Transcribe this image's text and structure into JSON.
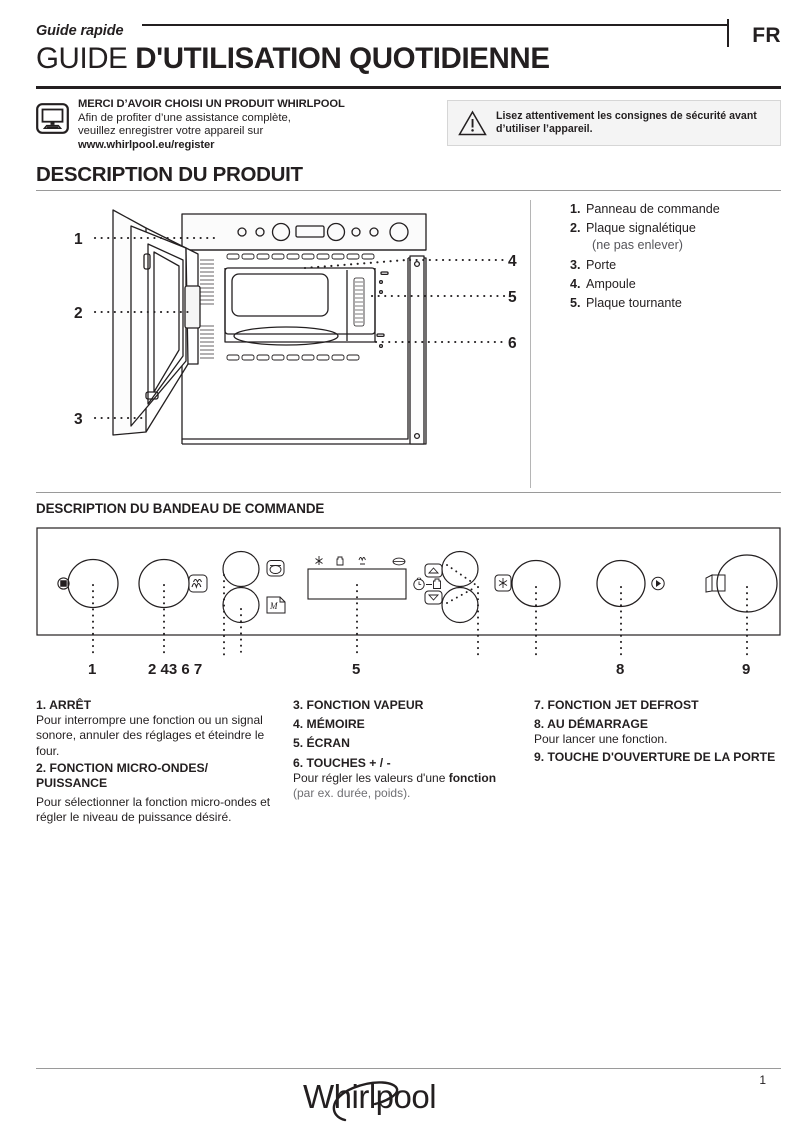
{
  "header": {
    "kicker": "Guide rapide",
    "title_light": "GUIDE ",
    "title_bold": "D'UTILISATION QUOTIDIENNE",
    "language": "FR"
  },
  "register": {
    "icon": "monitor-icon",
    "heading": "MERCI D’AVOIR CHOISI UN PRODUIT WHIRLPOOL",
    "line1": "Afin de profiter d’une assistance complète,",
    "line2": "veuillez enregistrer votre appareil sur",
    "url": "www.whirlpool.eu/register"
  },
  "warning": {
    "icon": "warning-triangle-icon",
    "line1": "Lisez attentivement les consignes de sécurité avant",
    "line2": "d’utiliser l’appareil."
  },
  "product_section": {
    "title": "DESCRIPTION DU PRODUIT",
    "diagram_callouts_left": [
      "1",
      "2",
      "3"
    ],
    "diagram_callouts_right": [
      "4",
      "5",
      "6"
    ],
    "parts": [
      {
        "num": "1.",
        "label": "Panneau de commande",
        "sub": ""
      },
      {
        "num": "2.",
        "label": "Plaque signalétique",
        "sub": "(ne pas enlever)"
      },
      {
        "num": "3.",
        "label": "Porte",
        "sub": ""
      },
      {
        "num": "4.",
        "label": "Ampoule",
        "sub": ""
      },
      {
        "num": "5.",
        "label": "Plaque tournante",
        "sub": ""
      }
    ]
  },
  "control_panel_section": {
    "title": "DESCRIPTION DU BANDEAU DE COMMANDE",
    "callouts": [
      "1",
      "2 43 6 7",
      "5",
      "8",
      "9"
    ],
    "display_icons": [
      "defrost-snowflake-icon",
      "weight-icon",
      "popcorn-icon",
      "plate-icon"
    ],
    "knob_icons": [
      "stop-square-icon",
      "microwave-power-icon",
      "steam-function-icon",
      "memory-icon",
      "timer-clock-icon",
      "weight-scale-icon",
      "jet-defrost-icon",
      "start-play-icon",
      "door-open-icon"
    ]
  },
  "legend": {
    "column1": [
      {
        "type": "title",
        "text": "1. ARRÊT"
      },
      {
        "type": "para",
        "text": "Pour interrompre une fonction ou un signal sonore, annuler des réglages et éteindre le four."
      },
      {
        "type": "title",
        "text": "2. FONCTION MICRO-ONDES/ PUISSANCE"
      },
      {
        "type": "para",
        "text": "Pour sélectionner la fonction micro-ondes et régler le niveau de puissance désiré."
      }
    ],
    "column2": [
      {
        "type": "title",
        "text": "3. FONCTION VAPEUR"
      },
      {
        "type": "title",
        "text": "4. MÉMOIRE"
      },
      {
        "type": "title",
        "text": "5. ÉCRAN"
      },
      {
        "type": "title",
        "text": "6. TOUCHES + / -"
      },
      {
        "type": "para_mixed",
        "text": "Pour régler les valeurs d'une ",
        "bold_part": "fonction",
        "muted_part": " (par ex. durée, poids)."
      }
    ],
    "column3": [
      {
        "type": "title",
        "text": "7. FONCTION JET DEFROST"
      },
      {
        "type": "title",
        "text": "8. AU DÉMARRAGE"
      },
      {
        "type": "para",
        "text": "Pour lancer une fonction."
      },
      {
        "type": "title",
        "text": "9. TOUCHE D'OUVERTURE DE LA PORTE"
      }
    ]
  },
  "footer": {
    "brand": "Whirlpool",
    "page_number": "1"
  },
  "colors": {
    "ink": "#231f20",
    "rule": "#9a9a9a",
    "muted": "#6f6f73",
    "notice_bg": "#f4f4f4",
    "notice_border": "#d6d6d6"
  }
}
